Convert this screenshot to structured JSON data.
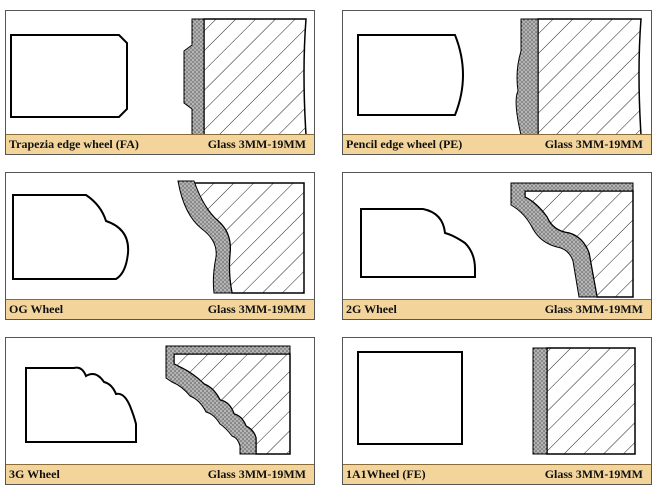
{
  "cards": [
    {
      "name": "Trapezia edge wheel (FA)",
      "spec": "Glass 3MM-19MM"
    },
    {
      "name": "Pencil edge wheel (PE)",
      "spec": "Glass 3MM-19MM"
    },
    {
      "name": "OG Wheel",
      "spec": "Glass 3MM-19MM"
    },
    {
      "name": "2G Wheel",
      "spec": "Glass 3MM-19MM"
    },
    {
      "name": "3G Wheel",
      "spec": "Glass 3MM-19MM"
    },
    {
      "name": "1A1Wheel (FE)",
      "spec": "Glass 3MM-19MM"
    }
  ],
  "colors": {
    "caption_bg": "#f3d59c",
    "stroke": "#000000",
    "grit": "#888888"
  }
}
